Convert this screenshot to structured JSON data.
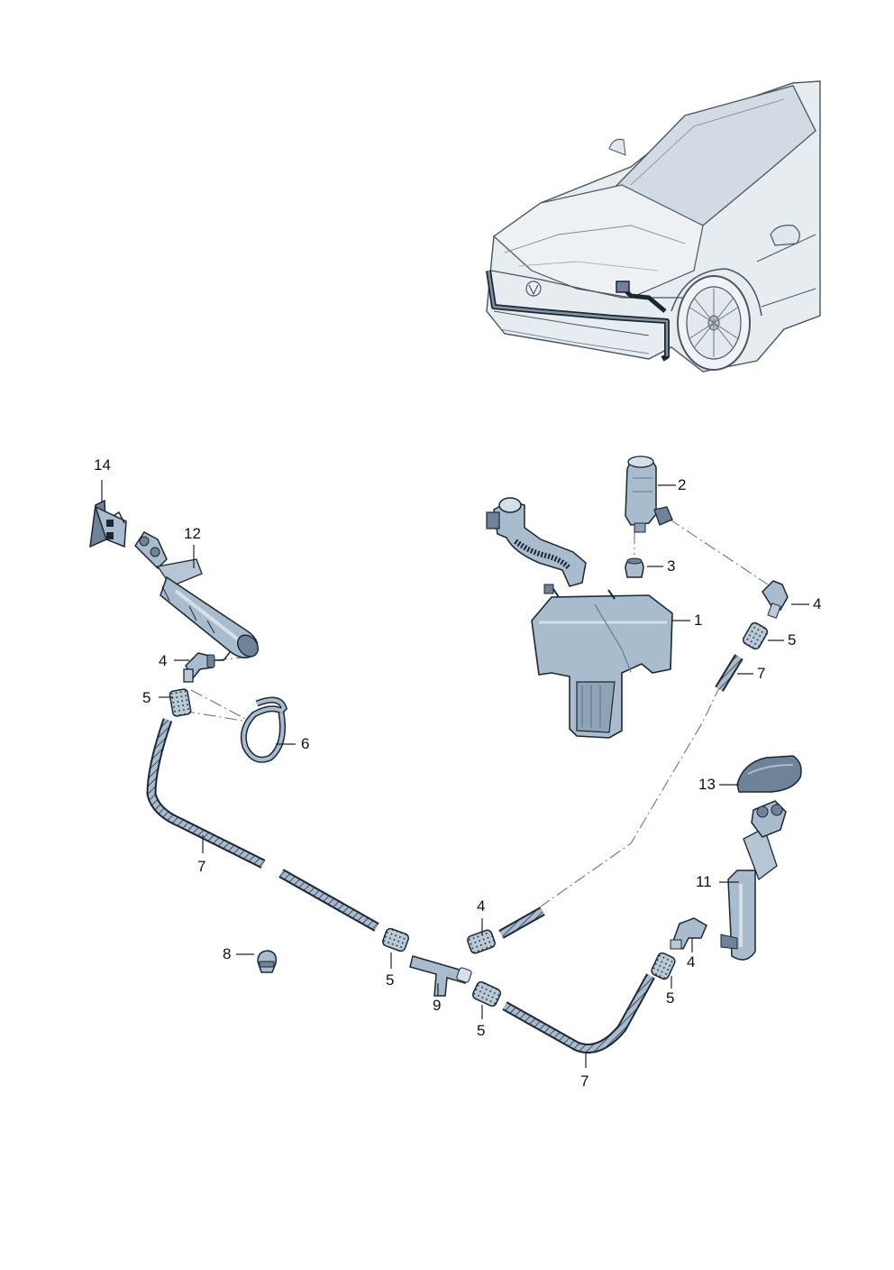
{
  "diagram": {
    "callouts": [
      {
        "id": "c1",
        "label": "1"
      },
      {
        "id": "c2",
        "label": "2"
      },
      {
        "id": "c3",
        "label": "3"
      },
      {
        "id": "c4a",
        "label": "4"
      },
      {
        "id": "c4b",
        "label": "4"
      },
      {
        "id": "c4c",
        "label": "4"
      },
      {
        "id": "c4d",
        "label": "4"
      },
      {
        "id": "c5a",
        "label": "5"
      },
      {
        "id": "c5b",
        "label": "5"
      },
      {
        "id": "c5c",
        "label": "5"
      },
      {
        "id": "c5d",
        "label": "5"
      },
      {
        "id": "c5e",
        "label": "5"
      },
      {
        "id": "c6",
        "label": "6"
      },
      {
        "id": "c7a",
        "label": "7"
      },
      {
        "id": "c7b",
        "label": "7"
      },
      {
        "id": "c7c",
        "label": "7"
      },
      {
        "id": "c8",
        "label": "8"
      },
      {
        "id": "c9",
        "label": "9"
      },
      {
        "id": "c11",
        "label": "11"
      },
      {
        "id": "c12",
        "label": "12"
      },
      {
        "id": "c13",
        "label": "13"
      },
      {
        "id": "c14",
        "label": "14"
      }
    ],
    "colors": {
      "part_fill": "#a9bccd",
      "part_dark": "#6e8398",
      "part_light": "#d4dfe8",
      "outline": "#1c2733",
      "hose": "#8fa3b6",
      "car_fill": "#e4e9ee",
      "car_line": "#4a5560",
      "highlight": "#2d3a45"
    }
  }
}
